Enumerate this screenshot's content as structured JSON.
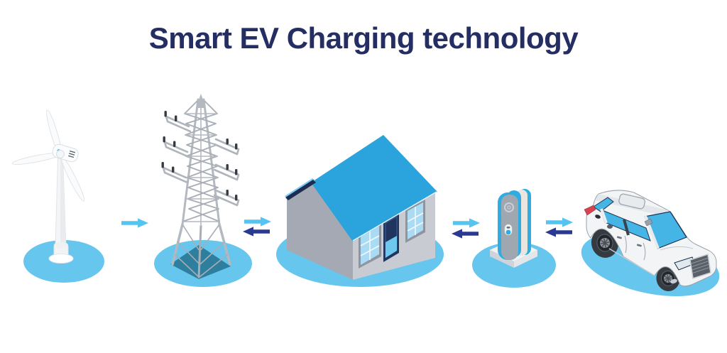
{
  "title": "Smart EV Charging technology",
  "colors": {
    "title": "#242e63",
    "arrow_light": "#56c4f0",
    "arrow_dark": "#2a3a92",
    "platform": "#66c6ee",
    "roof_blue": "#2ba3dc",
    "kiosk_blue": "#2fade3",
    "background": "#ffffff"
  },
  "diagram": {
    "nodes": [
      {
        "id": "wind-turbine",
        "icon": "wind-turbine-illustration"
      },
      {
        "id": "transmission-tower",
        "icon": "transmission-tower-illustration"
      },
      {
        "id": "house",
        "icon": "house-illustration"
      },
      {
        "id": "ev-charging-station",
        "icon": "ev-charging-station-illustration"
      },
      {
        "id": "electric-car",
        "icon": "electric-car-illustration"
      }
    ],
    "links": [
      {
        "from": "wind-turbine",
        "to": "transmission-tower",
        "arrows": [
          "forward"
        ]
      },
      {
        "from": "transmission-tower",
        "to": "house",
        "arrows": [
          "forward",
          "backward"
        ]
      },
      {
        "from": "house",
        "to": "ev-charging-station",
        "arrows": [
          "forward",
          "backward"
        ]
      },
      {
        "from": "ev-charging-station",
        "to": "electric-car",
        "arrows": [
          "forward",
          "backward"
        ]
      }
    ]
  }
}
